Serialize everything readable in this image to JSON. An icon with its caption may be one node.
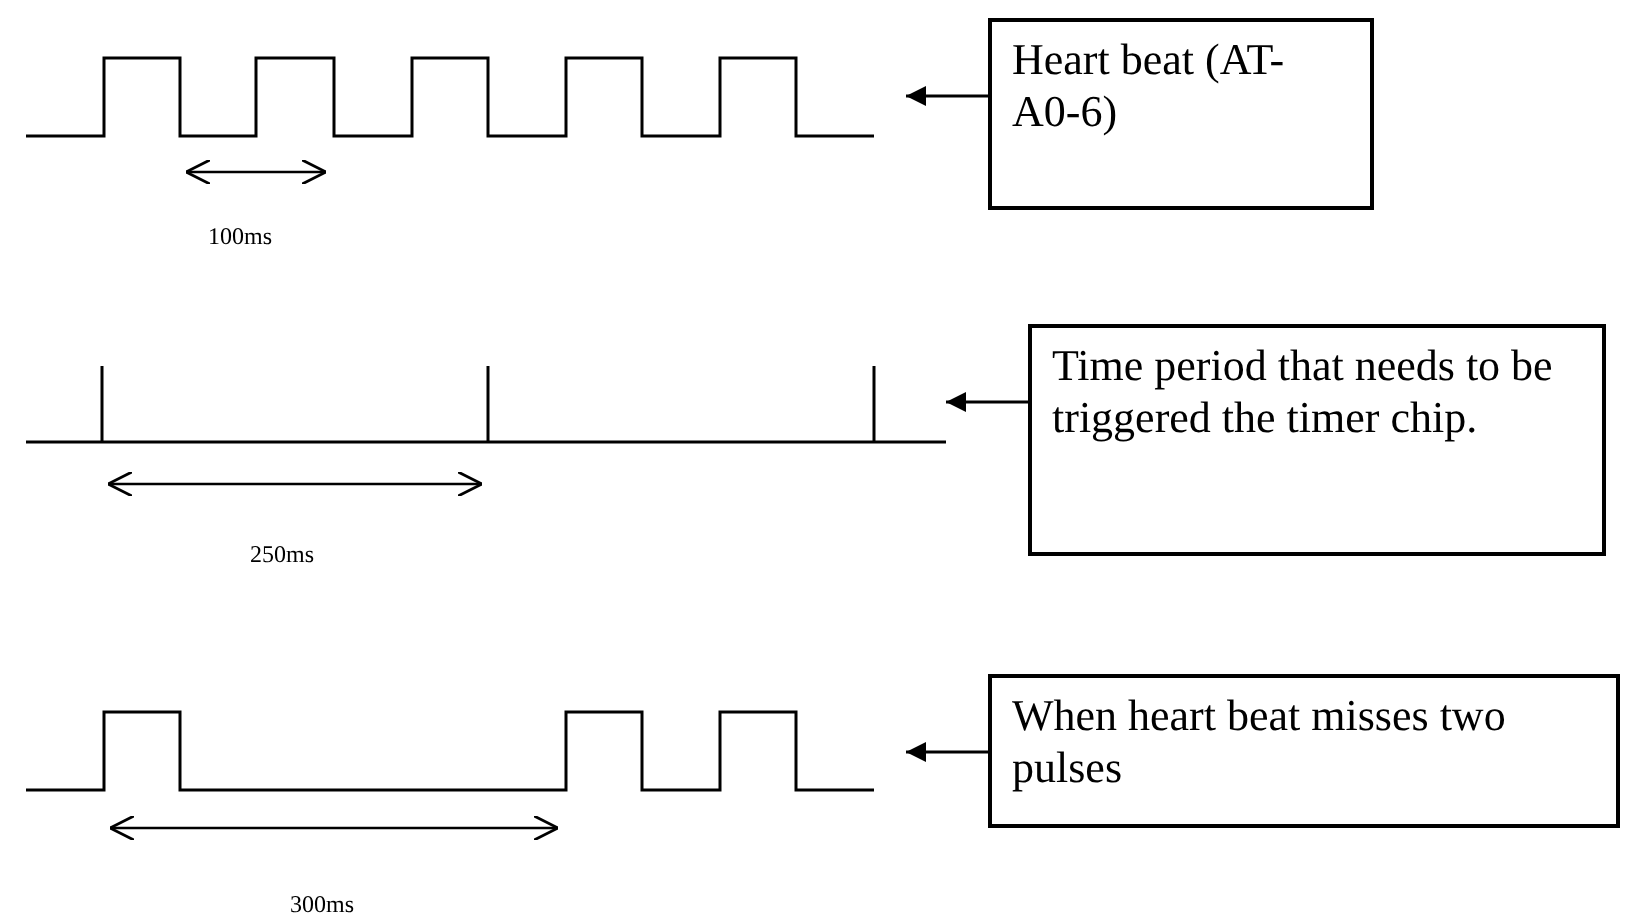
{
  "diagram": {
    "nodes": [
      {
        "text": [],
        "shape": "waveform"
      },
      {
        "text": [
          "Heart beat (AT-A0-6)"
        ]
      },
      {
        "text": [],
        "shape": "waveform"
      },
      {
        "text": [
          "Time period that needs to be triggered the timer chip."
        ]
      },
      {
        "text": [],
        "shape": "waveform"
      },
      {
        "text": [
          "When heart beat misses two pulses"
        ]
      }
    ],
    "edges": [
      {
        "from": 1,
        "to": 0,
        "arrow": "to"
      },
      {
        "from": 3,
        "to": 2,
        "arrow": "to"
      },
      {
        "from": 5,
        "to": 4,
        "arrow": "to"
      }
    ],
    "labels": [
      "100ms",
      "250ms",
      "300ms"
    ]
  }
}
